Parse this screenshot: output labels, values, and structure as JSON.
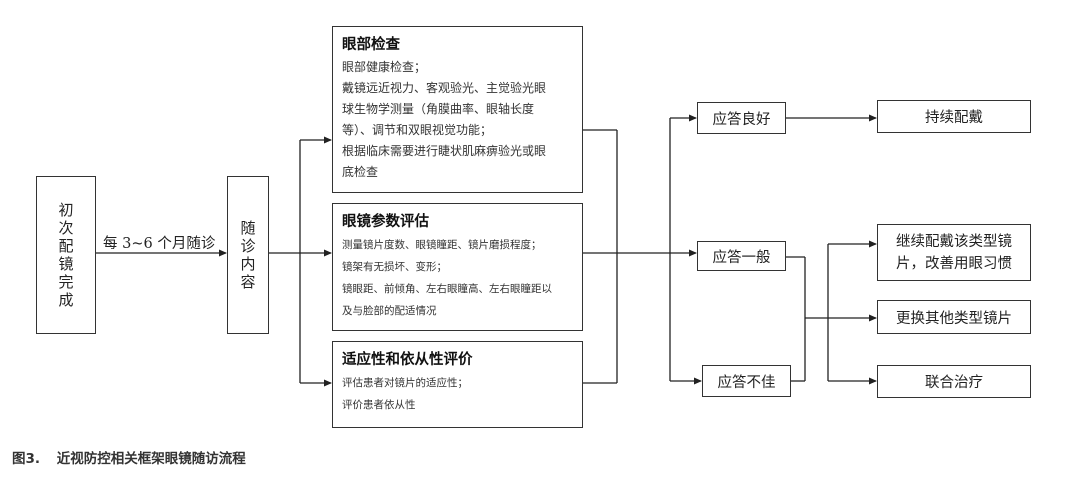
{
  "nodes": {
    "start": {
      "chars": [
        "初",
        "次",
        "配",
        "镜",
        "完",
        "成"
      ]
    },
    "followup": {
      "chars": [
        "随",
        "诊",
        "内",
        "容"
      ]
    },
    "eye_exam": {
      "title": "眼部检查",
      "lines": [
        "眼部健康检查；",
        "戴镜远近视力、客观验光、主觉验光眼",
        "球生物学测量（角膜曲率、眼轴长度",
        "等）、调节和双眼视觉功能；",
        "根据临床需要进行睫状肌麻痹验光或眼",
        "底检查"
      ]
    },
    "lens_params": {
      "title": "眼镜参数评估",
      "lines": [
        "测量镜片度数、眼镜瞳距、镜片磨损程度；",
        "镜架有无损坏、变形；",
        "镜眼距、前倾角、左右眼瞳高、左右眼瞳距以",
        "及与脸部的配适情况"
      ]
    },
    "adapt": {
      "title": "适应性和依从性评价",
      "lines": [
        "评估患者对镜片的适应性；",
        "评价患者依从性"
      ]
    },
    "resp_good": "应答良好",
    "resp_fair": "应答一般",
    "resp_poor": "应答不佳",
    "continue_wear": "持续配戴",
    "continue_improve": [
      "继续配戴该类型镜",
      "片，改善用眼习惯"
    ],
    "change_lens": "更换其他类型镜片",
    "combined": "联合治疗"
  },
  "edge_label": "每 3~6 个月随诊",
  "caption": {
    "number": "图3.",
    "text": "近视防控相关框架眼镜随访流程"
  }
}
